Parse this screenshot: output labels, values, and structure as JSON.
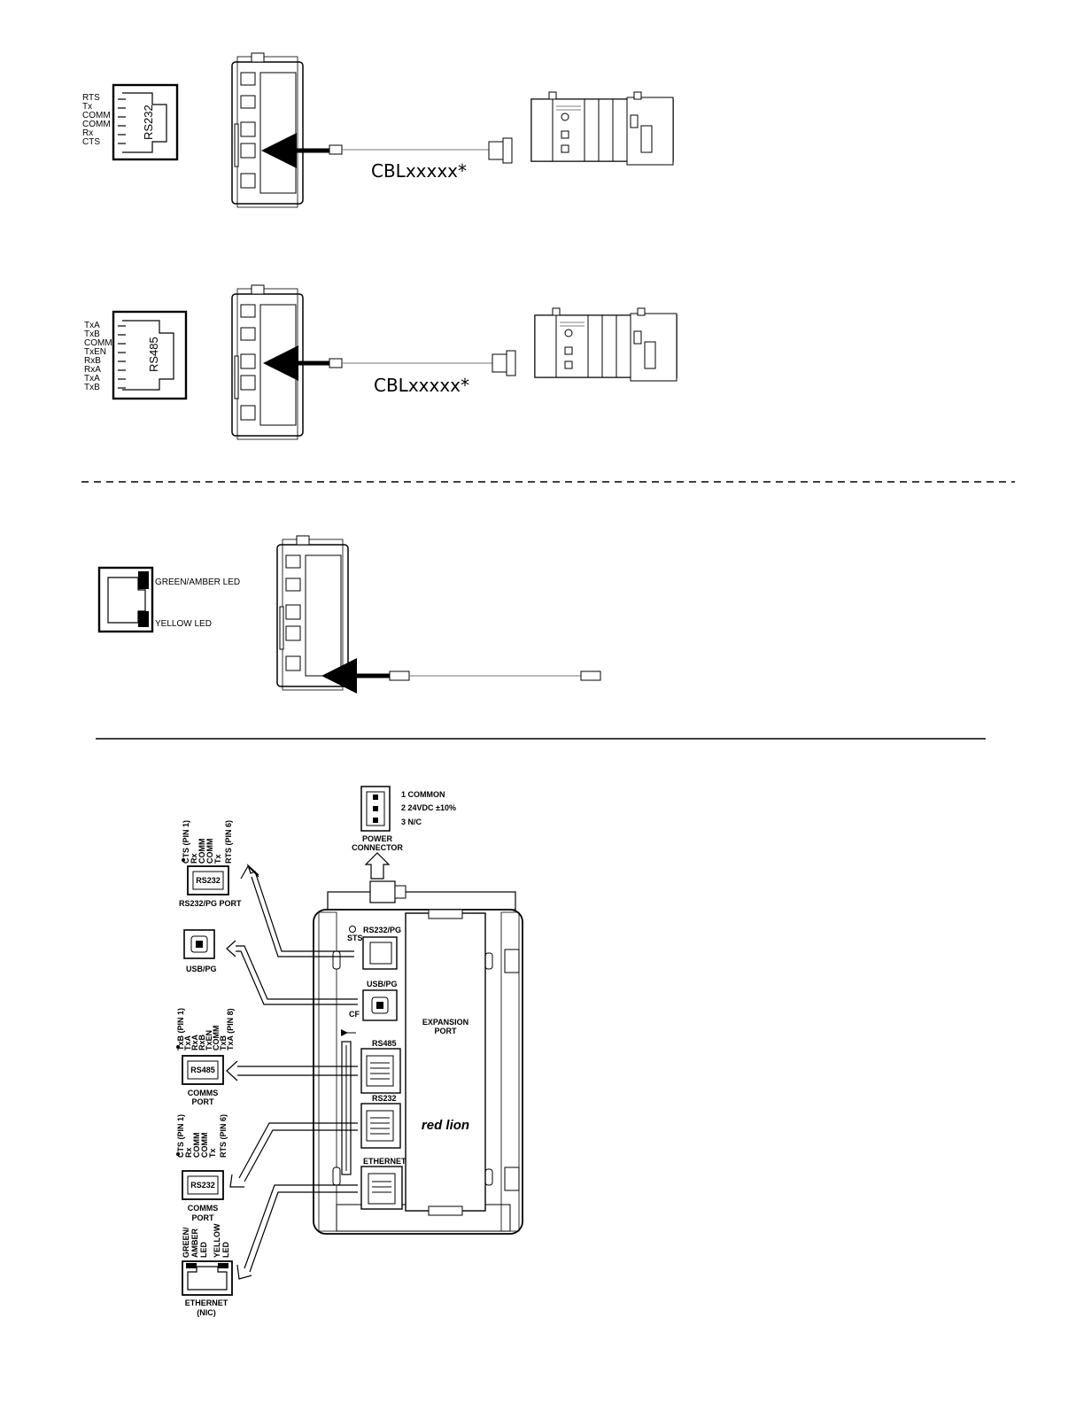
{
  "section1": {
    "port": {
      "name": "RS232",
      "pins": [
        "RTS",
        "Tx",
        "COMM",
        "COMM",
        "Rx",
        "CTS"
      ]
    },
    "cable_label": "CBLxxxxx*"
  },
  "section2": {
    "port": {
      "name": "RS485",
      "pins": [
        "TxA",
        "TxB",
        "COMM",
        "TxEN",
        "RxB",
        "RxA",
        "TxA",
        "TxB"
      ]
    },
    "cable_label": "CBLxxxxx*"
  },
  "section3": {
    "led_top": "GREEN/AMBER LED",
    "led_bottom": "YELLOW LED"
  },
  "section4": {
    "power": {
      "pins": [
        "1  COMMON",
        "2  24VDC ±10%",
        "3  N/C"
      ],
      "label_line1": "POWER",
      "label_line2": "CONNECTOR"
    },
    "rs232pg": {
      "pins": [
        "CTS (PIN 1)",
        "Rx",
        "COMM",
        "COMM",
        "Tx",
        "RTS (PIN 6)"
      ],
      "box_label": "RS232",
      "caption": "RS232/PG PORT"
    },
    "usb": {
      "caption": "USB/PG"
    },
    "rs485": {
      "pins": [
        "TxB (PIN 1)",
        "TxA",
        "RxA",
        "RxB",
        "TxEN",
        "COMM",
        "TxB",
        "TxA (PIN 8)"
      ],
      "box_label": "RS485",
      "caption_line1": "COMMS",
      "caption_line2": "PORT"
    },
    "rs232comms": {
      "pins": [
        "CTS (PIN 1)",
        "Rx",
        "COMM",
        "COMM",
        "Tx",
        "RTS (PIN 6)"
      ],
      "box_label": "RS232",
      "caption_line1": "COMMS",
      "caption_line2": "PORT"
    },
    "ethernet": {
      "led_labels": [
        "GREEN/",
        "AMBER",
        "LED",
        "YELLOW",
        "LED"
      ],
      "caption_line1": "ETHERNET",
      "caption_line2": "(NIC)"
    },
    "device": {
      "sts": "STS",
      "cf": "CF",
      "port_rs232pg": "RS232/PG",
      "port_usbpg": "USB/PG",
      "port_rs485": "RS485",
      "port_rs232": "RS232",
      "port_ethernet": "ETHERNET",
      "expansion_line1": "EXPANSION",
      "expansion_line2": "PORT",
      "logo": "red lion"
    }
  }
}
